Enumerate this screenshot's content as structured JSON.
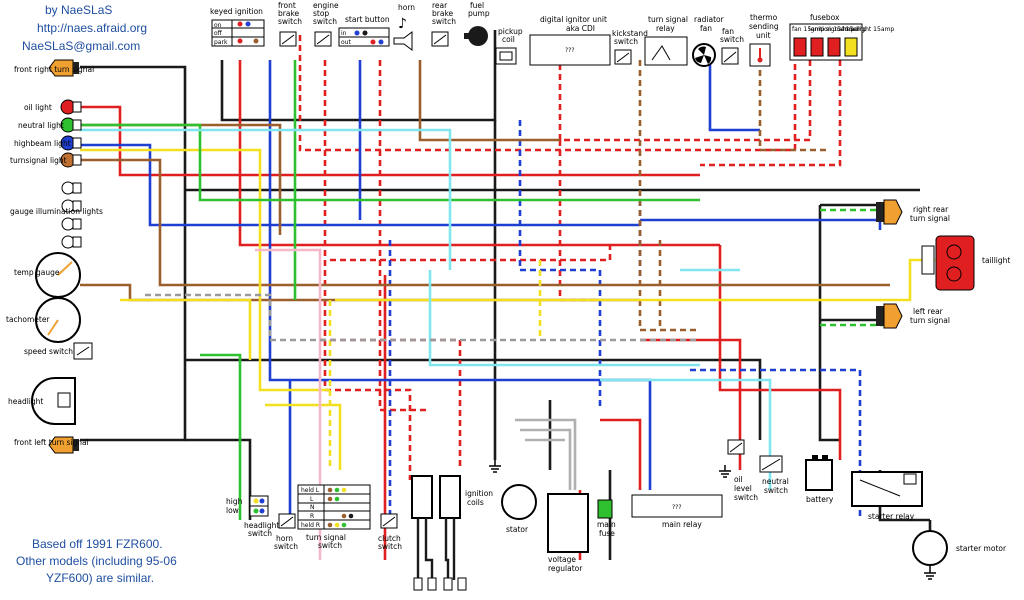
{
  "header": {
    "line1": "by NaeSLaS",
    "line2": "http://naes.afraid.org",
    "line3": "NaeSLaS@gmail.com"
  },
  "footer": {
    "line1": "Based off 1991 FZR600.",
    "line2": "Other models (including 95-06",
    "line3": "YZF600) are similar."
  },
  "components": {
    "front_right_turn": "front right turn signal",
    "oil_light": "oil light",
    "neutral_light": "neutral light",
    "highbeam_light": "highbeam light",
    "turnsignal_light": "turnsignal light",
    "gauge_illumination": "gauge illumination lights",
    "temp_gauge": "temp gauge",
    "tachometer": "tachometer",
    "speed_switch": "speed switch",
    "headlight": "headlight",
    "front_left_turn": "front left turn signal",
    "keyed_ignition": "keyed ignition",
    "front_brake_switch": "front brake switch",
    "engine_stop_switch": "engine stop switch",
    "start_button": "start button",
    "horn": "horn",
    "rear_brake_switch": "rear brake switch",
    "fuel_pump": "fuel pump",
    "pickup_coil": "pickup coil",
    "cdi": "digital ignitor unit aka CDI",
    "kickstand_switch": "kickstand switch",
    "turn_signal_relay": "turn signal relay",
    "radiator_fan": "radiator fan",
    "fan_switch": "fan switch",
    "thermo_sending_unit": "thermo sending unit",
    "fusebox": "fusebox",
    "right_rear_turn": "right rear turn signal",
    "taillight": "taillight",
    "left_rear_turn": "left rear turn signal",
    "headlight_switch": "headlight switch",
    "horn_switch": "horn switch",
    "turn_signal_switch": "turn signal switch",
    "clutch_switch": "clutch switch",
    "ignition_coils": "ignition coils",
    "stator": "stator",
    "voltage_regulator": "voltage regulator",
    "main_fuse": "main fuse",
    "main_relay": "main relay",
    "oil_level_switch": "oil level switch",
    "neutral_switch": "neutral switch",
    "battery": "battery",
    "starter_relay": "starter relay",
    "starter_motor": "starter motor"
  },
  "ignition_positions": [
    "on",
    "off",
    "park"
  ],
  "start_positions": [
    "in",
    "out"
  ],
  "headlight_positions": [
    "high",
    "low"
  ],
  "turn_switch_rows": [
    "held L",
    "L",
    "N",
    "R",
    "held R"
  ],
  "fuse_labels": [
    "fan 15amp",
    "ignition 15amp",
    "signal 15amp",
    "headlight 15amp"
  ],
  "unknown_label": "???",
  "colors": {
    "black": "#1a1a1a",
    "red": "#e02020",
    "blue": "#1f3fd0",
    "brown": "#9b5f2e",
    "yellow": "#f2e020",
    "green": "#2fc02f",
    "cyan": "#7fe6f0",
    "pink": "#f4b8c8",
    "gray": "#9a9a9a",
    "orange": "#f0a030",
    "title_blue": "#1f4fa0"
  }
}
